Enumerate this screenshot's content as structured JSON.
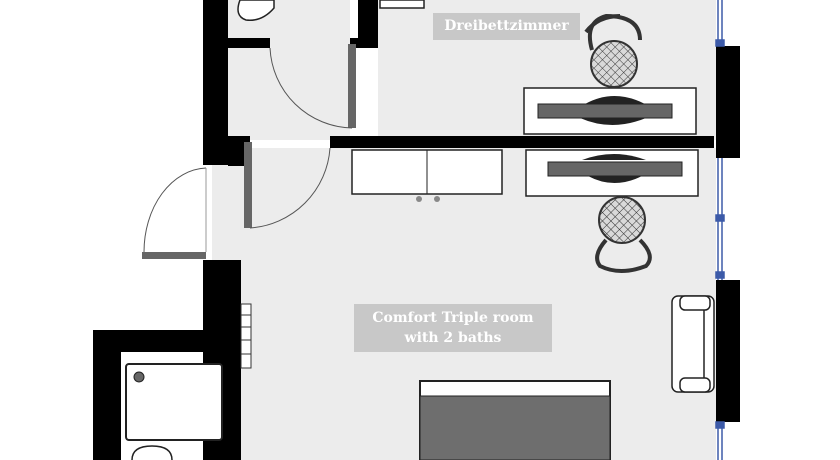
{
  "labels": {
    "room_name_de": "Dreibettzimmer",
    "room_name_en_line1": "Comfort Triple room",
    "room_name_en_line2": "with 2 baths"
  },
  "colors": {
    "wall": "#000000",
    "floor": "#ececec",
    "furniture_fill": "#ffffff",
    "furniture_stroke": "#222222",
    "bed_dark": "#6e6e6e",
    "window_blue": "#3c5aa8",
    "label_bg": "#c8c8c8",
    "label_text": "#ffffff"
  }
}
